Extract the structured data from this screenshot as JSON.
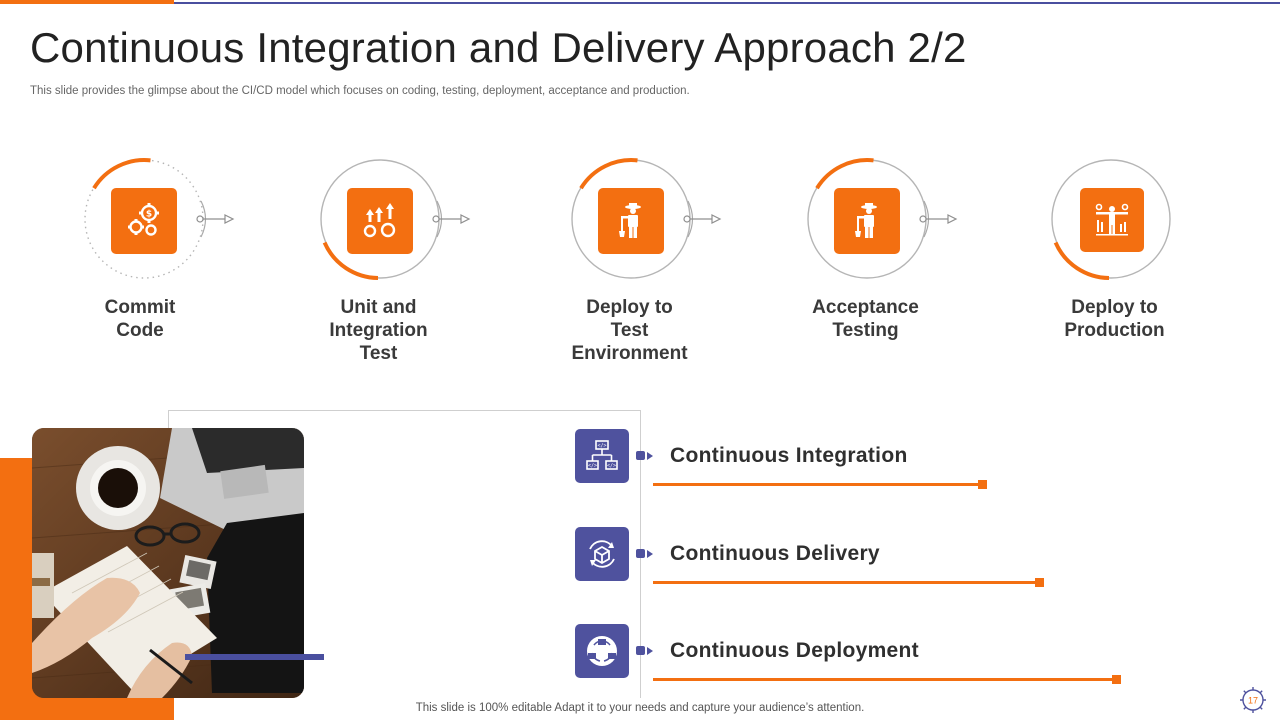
{
  "header": {
    "title": "Continuous Integration and Delivery Approach 2/2",
    "subtitle": "This slide provides the glimpse about the CI/CD model which focuses on coding, testing, deployment, acceptance and production."
  },
  "steps": [
    {
      "label_line1": "Commit",
      "label_line2": "Code",
      "icon": "gears-dollar-icon"
    },
    {
      "label_line1": "Unit and",
      "label_line2": "Integration Test",
      "icon": "gears-arrows-up-icon"
    },
    {
      "label_line1": "Deploy to Test",
      "label_line2": "Environment",
      "icon": "worker-shovel-icon"
    },
    {
      "label_line1": "Acceptance",
      "label_line2": "Testing",
      "icon": "worker-shovel-icon"
    },
    {
      "label_line1": "Deploy to",
      "label_line2": "Production",
      "icon": "person-production-icon"
    }
  ],
  "practices": [
    {
      "label": "Continuous  Integration",
      "icon": "flowchart-code-icon"
    },
    {
      "label": "Continuous  Delivery",
      "icon": "cube-cycle-icon"
    },
    {
      "label": "Continuous  Deployment",
      "icon": "deployment-cycle-icon"
    }
  ],
  "footer": {
    "note": "This slide is 100% editable Adapt it to your needs and capture your audience’s attention.",
    "page_number": "17"
  },
  "colors": {
    "accent_orange": "#f36f11",
    "accent_purple": "#4f529e"
  }
}
